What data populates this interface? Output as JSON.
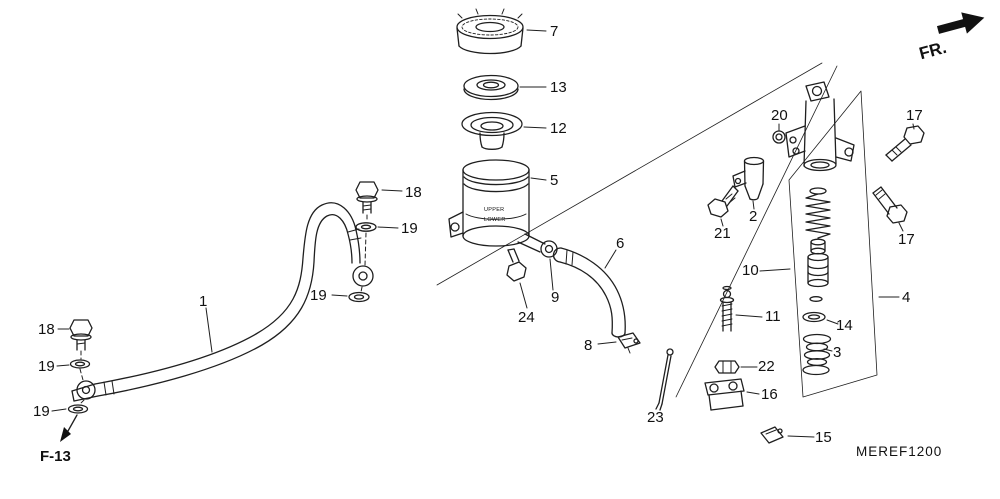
{
  "diagram": {
    "code": "MEREF1200",
    "page_ref": "F-13",
    "front_label": "FR.",
    "reservoir_upper": "UPPER",
    "reservoir_lower": "LOWER"
  },
  "callouts": [
    {
      "label": "7"
    },
    {
      "label": "13"
    },
    {
      "label": "12"
    },
    {
      "label": "5"
    },
    {
      "label": "18"
    },
    {
      "label": "19"
    },
    {
      "label": "19"
    },
    {
      "label": "9"
    },
    {
      "label": "24"
    },
    {
      "label": "6"
    },
    {
      "label": "8"
    },
    {
      "label": "1"
    },
    {
      "label": "18"
    },
    {
      "label": "19"
    },
    {
      "label": "19"
    },
    {
      "label": "20"
    },
    {
      "label": "2"
    },
    {
      "label": "21"
    },
    {
      "label": "17"
    },
    {
      "label": "17"
    },
    {
      "label": "4"
    },
    {
      "label": "10"
    },
    {
      "label": "11"
    },
    {
      "label": "14"
    },
    {
      "label": "3"
    },
    {
      "label": "22"
    },
    {
      "label": "16"
    },
    {
      "label": "23"
    },
    {
      "label": "15"
    }
  ]
}
